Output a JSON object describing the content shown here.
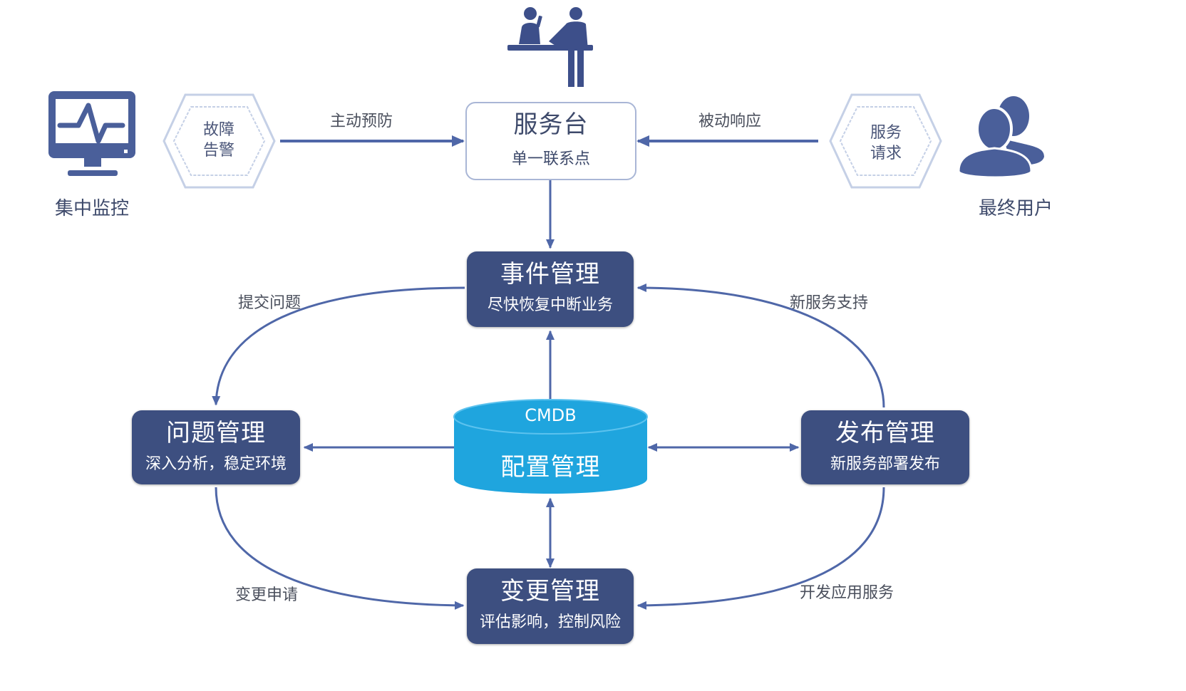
{
  "colors": {
    "node_fill": "#3d4f80",
    "line": "#4f67a8",
    "cmdb_fill": "#1fa5de",
    "icon_fill": "#4a5f9a",
    "hex_stroke": "#c5d0e6"
  },
  "top": {
    "service_desk_icon": "service-desk-icon",
    "service_desk": {
      "title": "服务台",
      "subtitle": "单一联系点"
    },
    "left_actor": {
      "icon": "monitor-icon",
      "label": "集中监控"
    },
    "left_hex": {
      "line1": "故障",
      "line2": "告警"
    },
    "left_arrow_label": "主动预防",
    "right_actor": {
      "icon": "users-icon",
      "label": "最终用户"
    },
    "right_hex": {
      "line1": "服务",
      "line2": "请求"
    },
    "right_arrow_label": "被动响应"
  },
  "nodes": {
    "incident": {
      "title": "事件管理",
      "subtitle": "尽快恢复中断业务"
    },
    "problem": {
      "title": "问题管理",
      "subtitle": "深入分析，稳定环境"
    },
    "release": {
      "title": "发布管理",
      "subtitle": "新服务部署发布"
    },
    "change": {
      "title": "变更管理",
      "subtitle": "评估影响，控制风险"
    },
    "cmdb": {
      "title": "CMDB",
      "subtitle": "配置管理"
    }
  },
  "edge_labels": {
    "incident_to_problem": "提交问题",
    "release_to_incident": "新服务支持",
    "problem_to_change": "变更申请",
    "release_to_change": "开发应用服务"
  }
}
